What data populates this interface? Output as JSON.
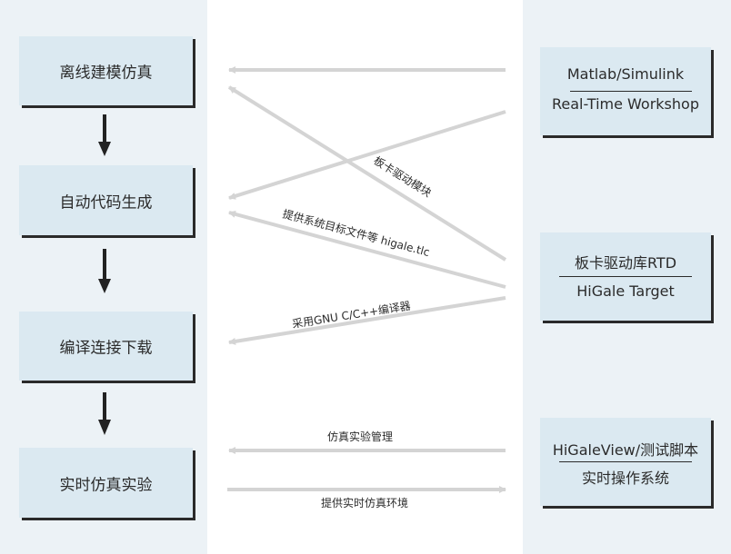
{
  "left_steps": [
    "离线建模仿真",
    "自动代码生成",
    "编译连接下载",
    "实时仿真实验"
  ],
  "right_boxes": [
    {
      "top": "Matlab/Simulink",
      "bottom": "Real-Time Workshop"
    },
    {
      "top": "板卡驱动库RTD",
      "bottom": "HiGale Target"
    },
    {
      "top": "HiGaleView/测试脚本",
      "bottom": "实时操作系统"
    }
  ],
  "arrow_labels": {
    "driver_module": "板卡驱动模块",
    "target_tlc": "提供系统目标文件等 higale.tlc",
    "compiler": "采用GNU C/C++编译器",
    "management": "仿真实验管理",
    "environment": "提供实时仿真环境"
  },
  "colors": {
    "panel_bg": "#ecf2f6",
    "box_bg": "#dbe9f1",
    "box_shadow": "#2a2a2a",
    "connector_arrow": "#d4d4d4",
    "flow_arrow": "#222222"
  }
}
